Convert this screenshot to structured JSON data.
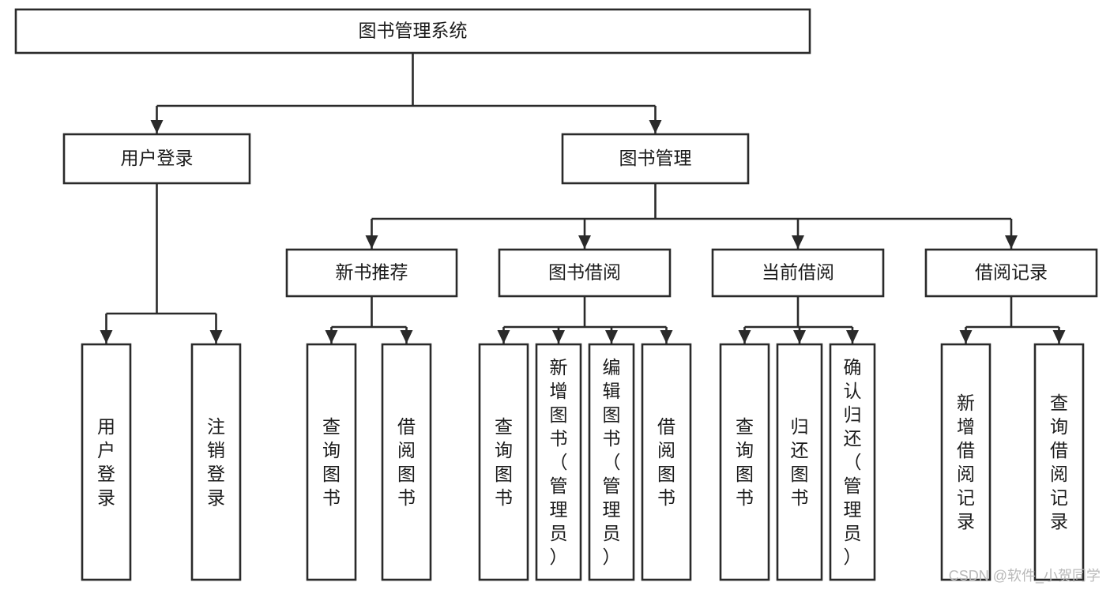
{
  "diagram": {
    "type": "tree",
    "title": "图书管理系统",
    "orientation": "top-down",
    "root": {
      "id": "root",
      "label": "图书管理系统",
      "level": 0,
      "text_orientation": "horizontal"
    },
    "level2": [
      {
        "id": "user-login",
        "label": "用户登录",
        "text_orientation": "horizontal"
      },
      {
        "id": "book-manage",
        "label": "图书管理",
        "text_orientation": "horizontal"
      }
    ],
    "level3": [
      {
        "id": "new-book-recommend",
        "label": "新书推荐",
        "parent": "book-manage",
        "text_orientation": "horizontal"
      },
      {
        "id": "book-borrow",
        "label": "图书借阅",
        "parent": "book-manage",
        "text_orientation": "horizontal"
      },
      {
        "id": "current-borrow",
        "label": "当前借阅",
        "parent": "book-manage",
        "text_orientation": "horizontal"
      },
      {
        "id": "borrow-record",
        "label": "借阅记录",
        "parent": "book-manage",
        "text_orientation": "horizontal"
      }
    ],
    "leaves": [
      {
        "id": "leaf-user-login",
        "label": "用户登录",
        "parent": "user-login",
        "text_orientation": "vertical"
      },
      {
        "id": "leaf-logout-login",
        "label": "注销登录",
        "parent": "user-login",
        "text_orientation": "vertical"
      },
      {
        "id": "leaf-query-book-1",
        "label": "查询图书",
        "parent": "new-book-recommend",
        "text_orientation": "vertical"
      },
      {
        "id": "leaf-borrow-book-1",
        "label": "借阅图书",
        "parent": "new-book-recommend",
        "text_orientation": "vertical"
      },
      {
        "id": "leaf-query-book-2",
        "label": "查询图书",
        "parent": "book-borrow",
        "text_orientation": "vertical"
      },
      {
        "id": "leaf-add-book",
        "label": "新增图书（管理员）",
        "parent": "book-borrow",
        "text_orientation": "vertical"
      },
      {
        "id": "leaf-edit-book",
        "label": "编辑图书（管理员）",
        "parent": "book-borrow",
        "text_orientation": "vertical"
      },
      {
        "id": "leaf-borrow-book-2",
        "label": "借阅图书",
        "parent": "book-borrow",
        "text_orientation": "vertical"
      },
      {
        "id": "leaf-query-book-3",
        "label": "查询图书",
        "parent": "current-borrow",
        "text_orientation": "vertical"
      },
      {
        "id": "leaf-return-book",
        "label": "归还图书",
        "parent": "current-borrow",
        "text_orientation": "vertical"
      },
      {
        "id": "leaf-confirm-return",
        "label": "确认归还（管理员）",
        "parent": "current-borrow",
        "text_orientation": "vertical"
      },
      {
        "id": "leaf-add-record",
        "label": "新增借阅记录",
        "parent": "borrow-record",
        "text_orientation": "vertical"
      },
      {
        "id": "leaf-query-record",
        "label": "查询借阅记录",
        "parent": "borrow-record",
        "text_orientation": "vertical"
      }
    ],
    "colors": {
      "stroke": "#2a2a2a",
      "fill": "#ffffff",
      "text": "#1b1b1b",
      "background": "#ffffff",
      "watermark": "#b9b9b9"
    }
  },
  "watermark": {
    "text": "CSDN @软件_小贺同学"
  }
}
